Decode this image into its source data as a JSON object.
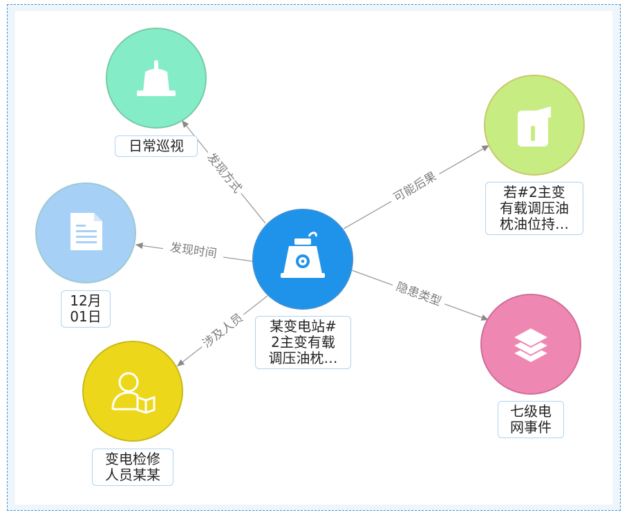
{
  "diagram": {
    "center": {
      "label": "某变电站#\n2主变有载\n调压油枕…",
      "color": "#1f93ea",
      "icon": "transformer-icon"
    },
    "nodes": [
      {
        "id": "inspection",
        "label": "日常巡视",
        "color": "#84edc8",
        "border": "#77c9a6",
        "icon": "alarm-bell-icon"
      },
      {
        "id": "time",
        "label": "12月\n01日",
        "color": "#a7d0f7",
        "border": "#9cc9d0",
        "icon": "document-icon"
      },
      {
        "id": "person",
        "label": "变电检修\n人员某某",
        "color": "#edd71b",
        "border": "#c9b816",
        "icon": "person-book-icon"
      },
      {
        "id": "consequence",
        "label": "若#2主变\n有载调压油\n枕油位持…",
        "color": "#c7ed82",
        "border": "#c8c86a",
        "icon": "oil-bottle-icon"
      },
      {
        "id": "type",
        "label": "七级电\n网事件",
        "color": "#ef87b3",
        "border": "#d06d96",
        "icon": "layers-icon"
      }
    ],
    "edges": [
      {
        "to": "inspection",
        "label": "发现方式"
      },
      {
        "to": "time",
        "label": "发现时间"
      },
      {
        "to": "person",
        "label": "涉及人员"
      },
      {
        "to": "consequence",
        "label": "可能后果"
      },
      {
        "to": "type",
        "label": "隐患类型"
      }
    ]
  }
}
